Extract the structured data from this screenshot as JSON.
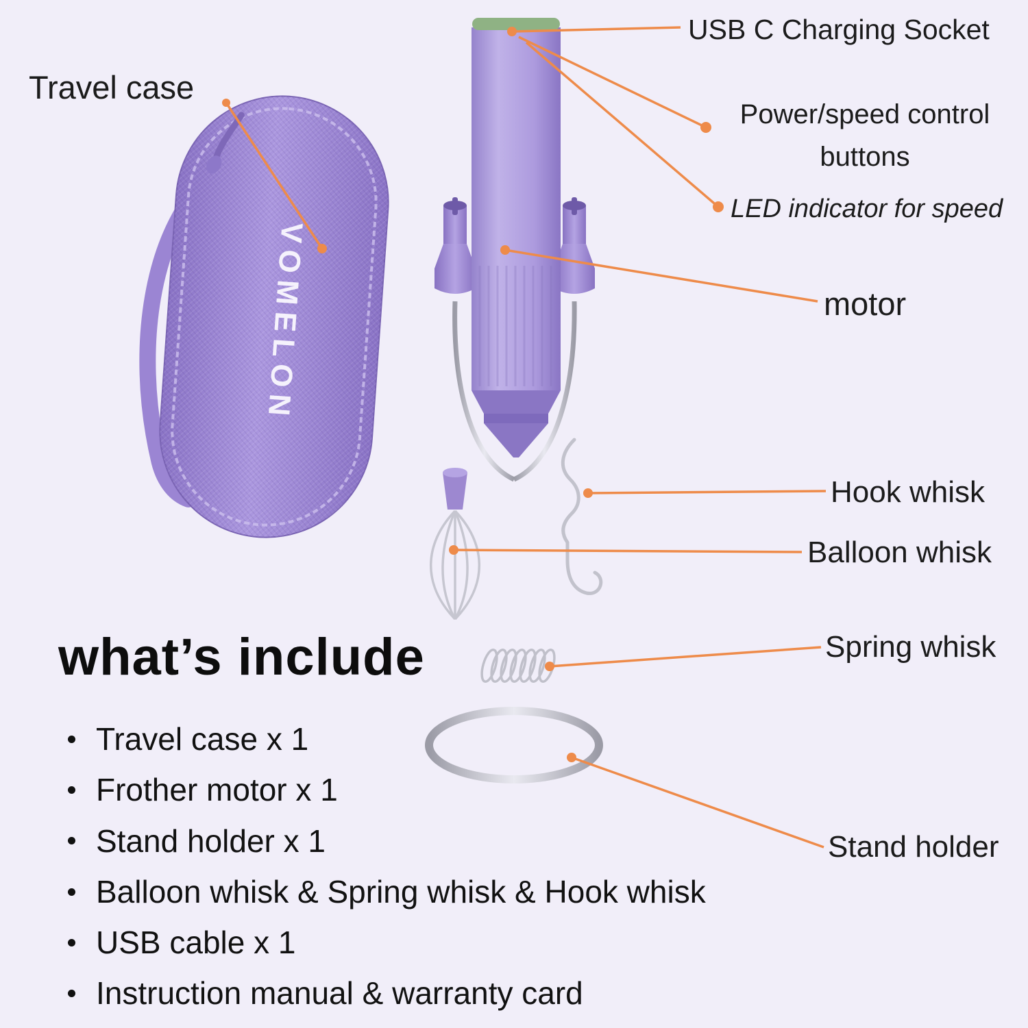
{
  "colors": {
    "background": "#f1eef9",
    "accent_orange": "#ee8b4a",
    "product_purple": "#a793d9",
    "steel": "#c6c6d0",
    "usb_cap_green": "#8fb284",
    "text": "#161616"
  },
  "product": {
    "brand": "VOMELON"
  },
  "callouts": {
    "travel_case": "Travel case",
    "usb_socket": "USB C Charging  Socket",
    "power_buttons": [
      "Power/speed control",
      "buttons"
    ],
    "led_indicator": "LED indicator for speed",
    "motor": "motor",
    "hook_whisk": "Hook whisk",
    "balloon_whisk": "Balloon whisk",
    "spring_whisk": "Spring whisk",
    "stand_holder": "Stand holder"
  },
  "includes": {
    "heading": "what’s include",
    "items": [
      "Travel case x 1",
      "Frother motor x 1",
      "Stand holder x 1",
      "Balloon whisk & Spring whisk & Hook whisk",
      "USB cable x 1",
      "Instruction manual & warranty card"
    ]
  }
}
